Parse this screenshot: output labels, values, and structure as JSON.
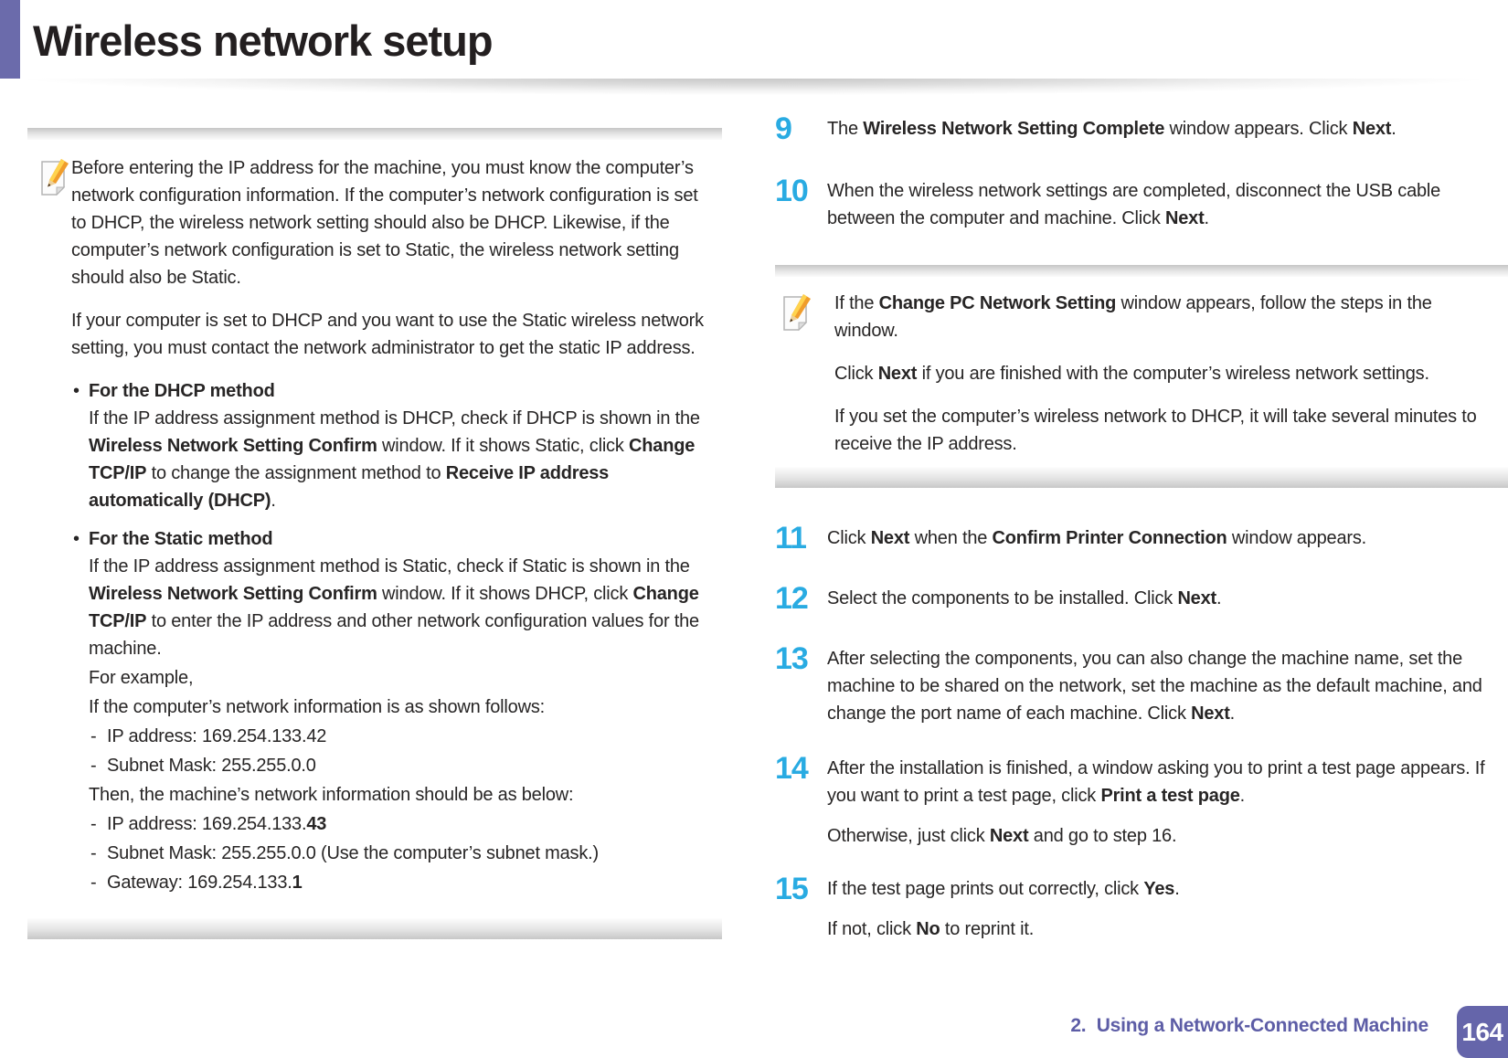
{
  "header": {
    "title": "Wireless network setup"
  },
  "colors": {
    "accent_purple": "#6b6bab",
    "footer_purple": "#5d5da6",
    "badge_purple": "#6565aa",
    "step_number_cyan": "#29abe2",
    "body_text": "#272525",
    "note_bar_gray": "#c6c6c6"
  },
  "left_note": {
    "icon": "pencil-note-icon",
    "p1": [
      {
        "t": "Before entering the IP address for the machine, you must know the computer’s network configuration information. If the computer’s network configuration is set to DHCP, the wireless network setting should also be DHCP. Likewise, if the computer’s network configuration is set to Static, the wireless network setting should also be Static."
      }
    ],
    "p2": [
      {
        "t": "If your computer is set to DHCP and you want to use the Static wireless network setting, you must contact the network administrator to get the static IP address."
      }
    ],
    "dhcp": {
      "title": "For the DHCP method",
      "body": [
        {
          "t": "If the IP address assignment method is DHCP, check if DHCP is shown in the "
        },
        {
          "t": "Wireless Network Setting Confirm",
          "b": true
        },
        {
          "t": " window. If it shows Static, click "
        },
        {
          "t": "Change TCP/IP",
          "b": true
        },
        {
          "t": " to change the assignment method to "
        },
        {
          "t": "Receive IP address automatically (DHCP)",
          "b": true
        },
        {
          "t": "."
        }
      ]
    },
    "static": {
      "title": "For the Static method",
      "body": [
        {
          "t": "If the IP address assignment method is Static, check if Static is shown in the "
        },
        {
          "t": "Wireless Network Setting Confirm",
          "b": true
        },
        {
          "t": " window. If it shows DHCP, click "
        },
        {
          "t": "Change TCP/IP",
          "b": true
        },
        {
          "t": " to enter the IP address and other network configuration values for the machine."
        }
      ]
    },
    "example_line1": "For example,",
    "example_line2": "If the computer’s network information is as shown follows:",
    "item_ip1": [
      {
        "t": "IP address: 169.254.133.42"
      }
    ],
    "item_mask1": [
      {
        "t": "Subnet Mask: 255.255.0.0"
      }
    ],
    "machine_line": "Then, the machine’s network information should be as below:",
    "item_ip2": [
      {
        "t": "IP address: 169.254.133."
      },
      {
        "t": "43",
        "b": true
      }
    ],
    "item_mask2": [
      {
        "t": "Subnet Mask: 255.255.0.0 (Use the computer’s subnet mask.)"
      }
    ],
    "item_gw": [
      {
        "t": "Gateway: 169.254.133."
      },
      {
        "t": "1",
        "b": true
      }
    ]
  },
  "steps": {
    "s9": {
      "num": "9",
      "p1": [
        {
          "t": "The "
        },
        {
          "t": "Wireless Network Setting Complete",
          "b": true
        },
        {
          "t": " window appears. Click "
        },
        {
          "t": "Next",
          "b": true
        },
        {
          "t": "."
        }
      ]
    },
    "s10": {
      "num": "10",
      "p1": [
        {
          "t": "When the wireless network settings are completed, disconnect the USB cable between the computer and machine. Click "
        },
        {
          "t": "Next",
          "b": true
        },
        {
          "t": "."
        }
      ]
    },
    "s11": {
      "num": "11",
      "p1": [
        {
          "t": "Click "
        },
        {
          "t": "Next",
          "b": true
        },
        {
          "t": " when the "
        },
        {
          "t": "Confirm Printer Connection",
          "b": true
        },
        {
          "t": " window appears."
        }
      ]
    },
    "s12": {
      "num": "12",
      "p1": [
        {
          "t": "Select the components to be installed. Click "
        },
        {
          "t": "Next",
          "b": true
        },
        {
          "t": "."
        }
      ]
    },
    "s13": {
      "num": "13",
      "p1": [
        {
          "t": "After selecting the components, you can also change the machine name, set the machine to be shared on the network, set the machine as the default machine, and change the port name of each machine. Click "
        },
        {
          "t": "Next",
          "b": true
        },
        {
          "t": "."
        }
      ]
    },
    "s14": {
      "num": "14",
      "p1": [
        {
          "t": "After the installation is finished, a window asking you to print a test page appears. If you want to print a test page, click "
        },
        {
          "t": "Print a test page",
          "b": true
        },
        {
          "t": "."
        }
      ],
      "p2": [
        {
          "t": "Otherwise, just click "
        },
        {
          "t": "Next",
          "b": true
        },
        {
          "t": " and go to step 16."
        }
      ]
    },
    "s15": {
      "num": "15",
      "p1": [
        {
          "t": "If the test page prints out correctly, click "
        },
        {
          "t": "Yes",
          "b": true
        },
        {
          "t": "."
        }
      ],
      "p2": [
        {
          "t": "If not, click "
        },
        {
          "t": "No",
          "b": true
        },
        {
          "t": " to reprint it."
        }
      ]
    }
  },
  "right_note": {
    "icon": "pencil-note-icon",
    "p1": [
      {
        "t": "If the "
      },
      {
        "t": "Change PC Network Setting",
        "b": true
      },
      {
        "t": " window appears, follow the steps in the window."
      }
    ],
    "p2": [
      {
        "t": "Click "
      },
      {
        "t": "Next",
        "b": true
      },
      {
        "t": " if you are finished with the computer’s wireless network settings."
      }
    ],
    "p3": [
      {
        "t": "If you set the computer’s wireless network to DHCP, it will take several minutes to receive the IP address."
      }
    ]
  },
  "footer": {
    "section_label": "2.  Using a Network-Connected Machine",
    "page_number": "164"
  }
}
